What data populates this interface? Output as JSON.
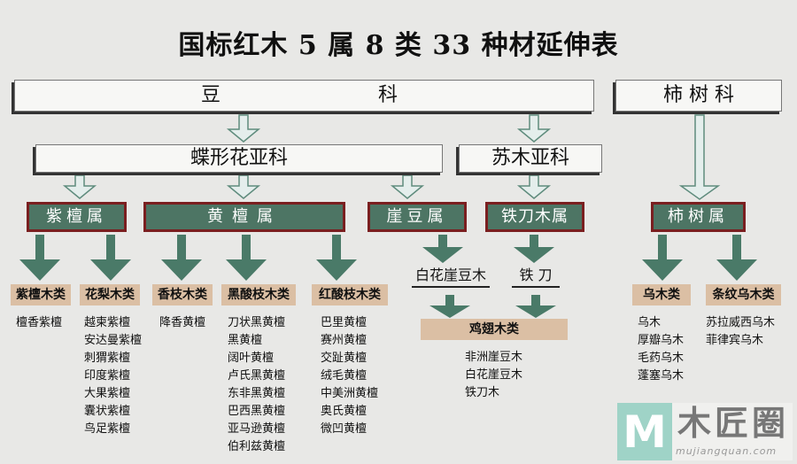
{
  "title": "国标红木 5 属 8 类 33 种材延伸表",
  "families": {
    "dou_left": "豆",
    "dou_right": "科",
    "shishu": "柿 树 科"
  },
  "subfamilies": {
    "diexing": "蝶形花亚科",
    "sumu": "苏木亚科"
  },
  "genera": {
    "zitan": "紫檀属",
    "huangtan": "黄檀属",
    "yadou": "崖豆属",
    "tiedaomu": "铁刀木属",
    "shishu": "柿树属"
  },
  "species_labels": {
    "baihua": "白花崖豆木",
    "tiedao": "铁 刀"
  },
  "classes": [
    {
      "name": "紫檀木类",
      "items": [
        "檀香紫檀"
      ]
    },
    {
      "name": "花梨木类",
      "items": [
        "越柬紫檀",
        "安达曼紫檀",
        "刺猬紫檀",
        "印度紫檀",
        "大果紫檀",
        "囊状紫檀",
        "鸟足紫檀"
      ]
    },
    {
      "name": "香枝木类",
      "items": [
        "降香黄檀"
      ]
    },
    {
      "name": "黑酸枝木类",
      "items": [
        "刀状黑黄檀",
        "黑黄檀",
        "阔叶黄檀",
        "卢氏黑黄檀",
        "东非黑黄檀",
        "巴西黑黄檀",
        "亚马逊黄檀",
        "伯利兹黄檀"
      ]
    },
    {
      "name": "红酸枝木类",
      "items": [
        "巴里黄檀",
        "赛州黄檀",
        "交趾黄檀",
        "绒毛黄檀",
        "中美洲黄檀",
        "奥氏黄檀",
        "微凹黄檀"
      ]
    },
    {
      "name": "鸡翅木类",
      "items": [
        "非洲崖豆木",
        "白花崖豆木",
        "铁刀木"
      ]
    },
    {
      "name": "乌木类",
      "items": [
        "乌木",
        "厚瓣乌木",
        "毛药乌木",
        "蓬塞乌木"
      ]
    },
    {
      "name": "条纹乌木类",
      "items": [
        "苏拉威西乌木",
        "菲律宾乌木"
      ]
    }
  ],
  "logo": {
    "m": "M",
    "name": "木匠圈",
    "url": "mujiangquan.com"
  },
  "colors": {
    "green": "#4d7564",
    "border": "#7a1f20",
    "tan": "#dbbfa4"
  }
}
